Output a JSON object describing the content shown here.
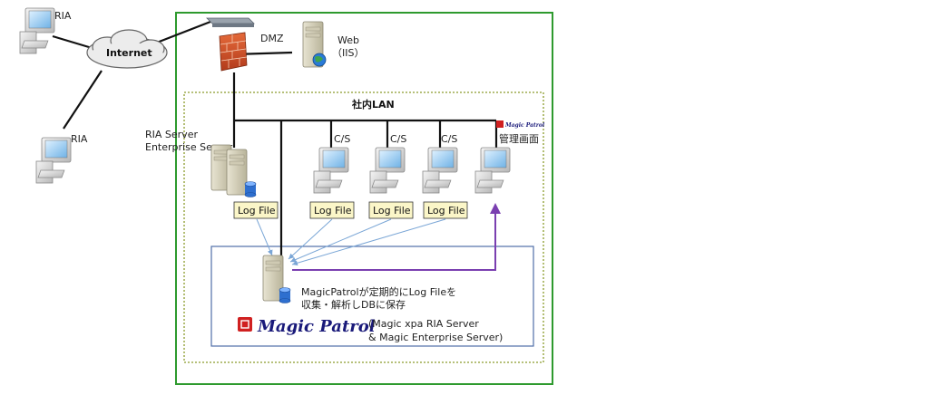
{
  "labels": {
    "ria_top": "RIA",
    "internet": "Internet",
    "ria_left": "RIA",
    "dmz": "DMZ",
    "web": "Web",
    "iis": "（IIS）",
    "lan": "社内LAN",
    "server_line1": "RIA Server",
    "server_line2": "Enterprise Server",
    "cs1": "C/S",
    "cs2": "C/S",
    "cs3": "C/S",
    "admin": "管理画面",
    "note_line1": "MagicPatrolが定期的にLog Fileを",
    "note_line2": "収集・解析しDBに保存",
    "brand_name": "Magic Patrol",
    "brand_small": "Magic Patrol",
    "product_line1": "(Magic xpa RIA Server",
    "product_line2": "& Magic Enterprise Server)"
  },
  "log_files": [
    "Log File",
    "Log File",
    "Log File",
    "Log File"
  ],
  "colors": {
    "outer_border": "#2e9a2e",
    "lan_border": "#8a9a2a",
    "inner_border": "#4f6fa8",
    "log_fill": "#fbf6c8",
    "arrow_blue": "#7aa6d6",
    "arrow_purple": "#7a3fb0",
    "brand_red": "#d02020"
  },
  "icons": [
    "desktop-computer-icon",
    "cloud-icon",
    "router-icon",
    "firewall-icon",
    "server-icon",
    "database-icon",
    "magic-patrol-logo"
  ]
}
